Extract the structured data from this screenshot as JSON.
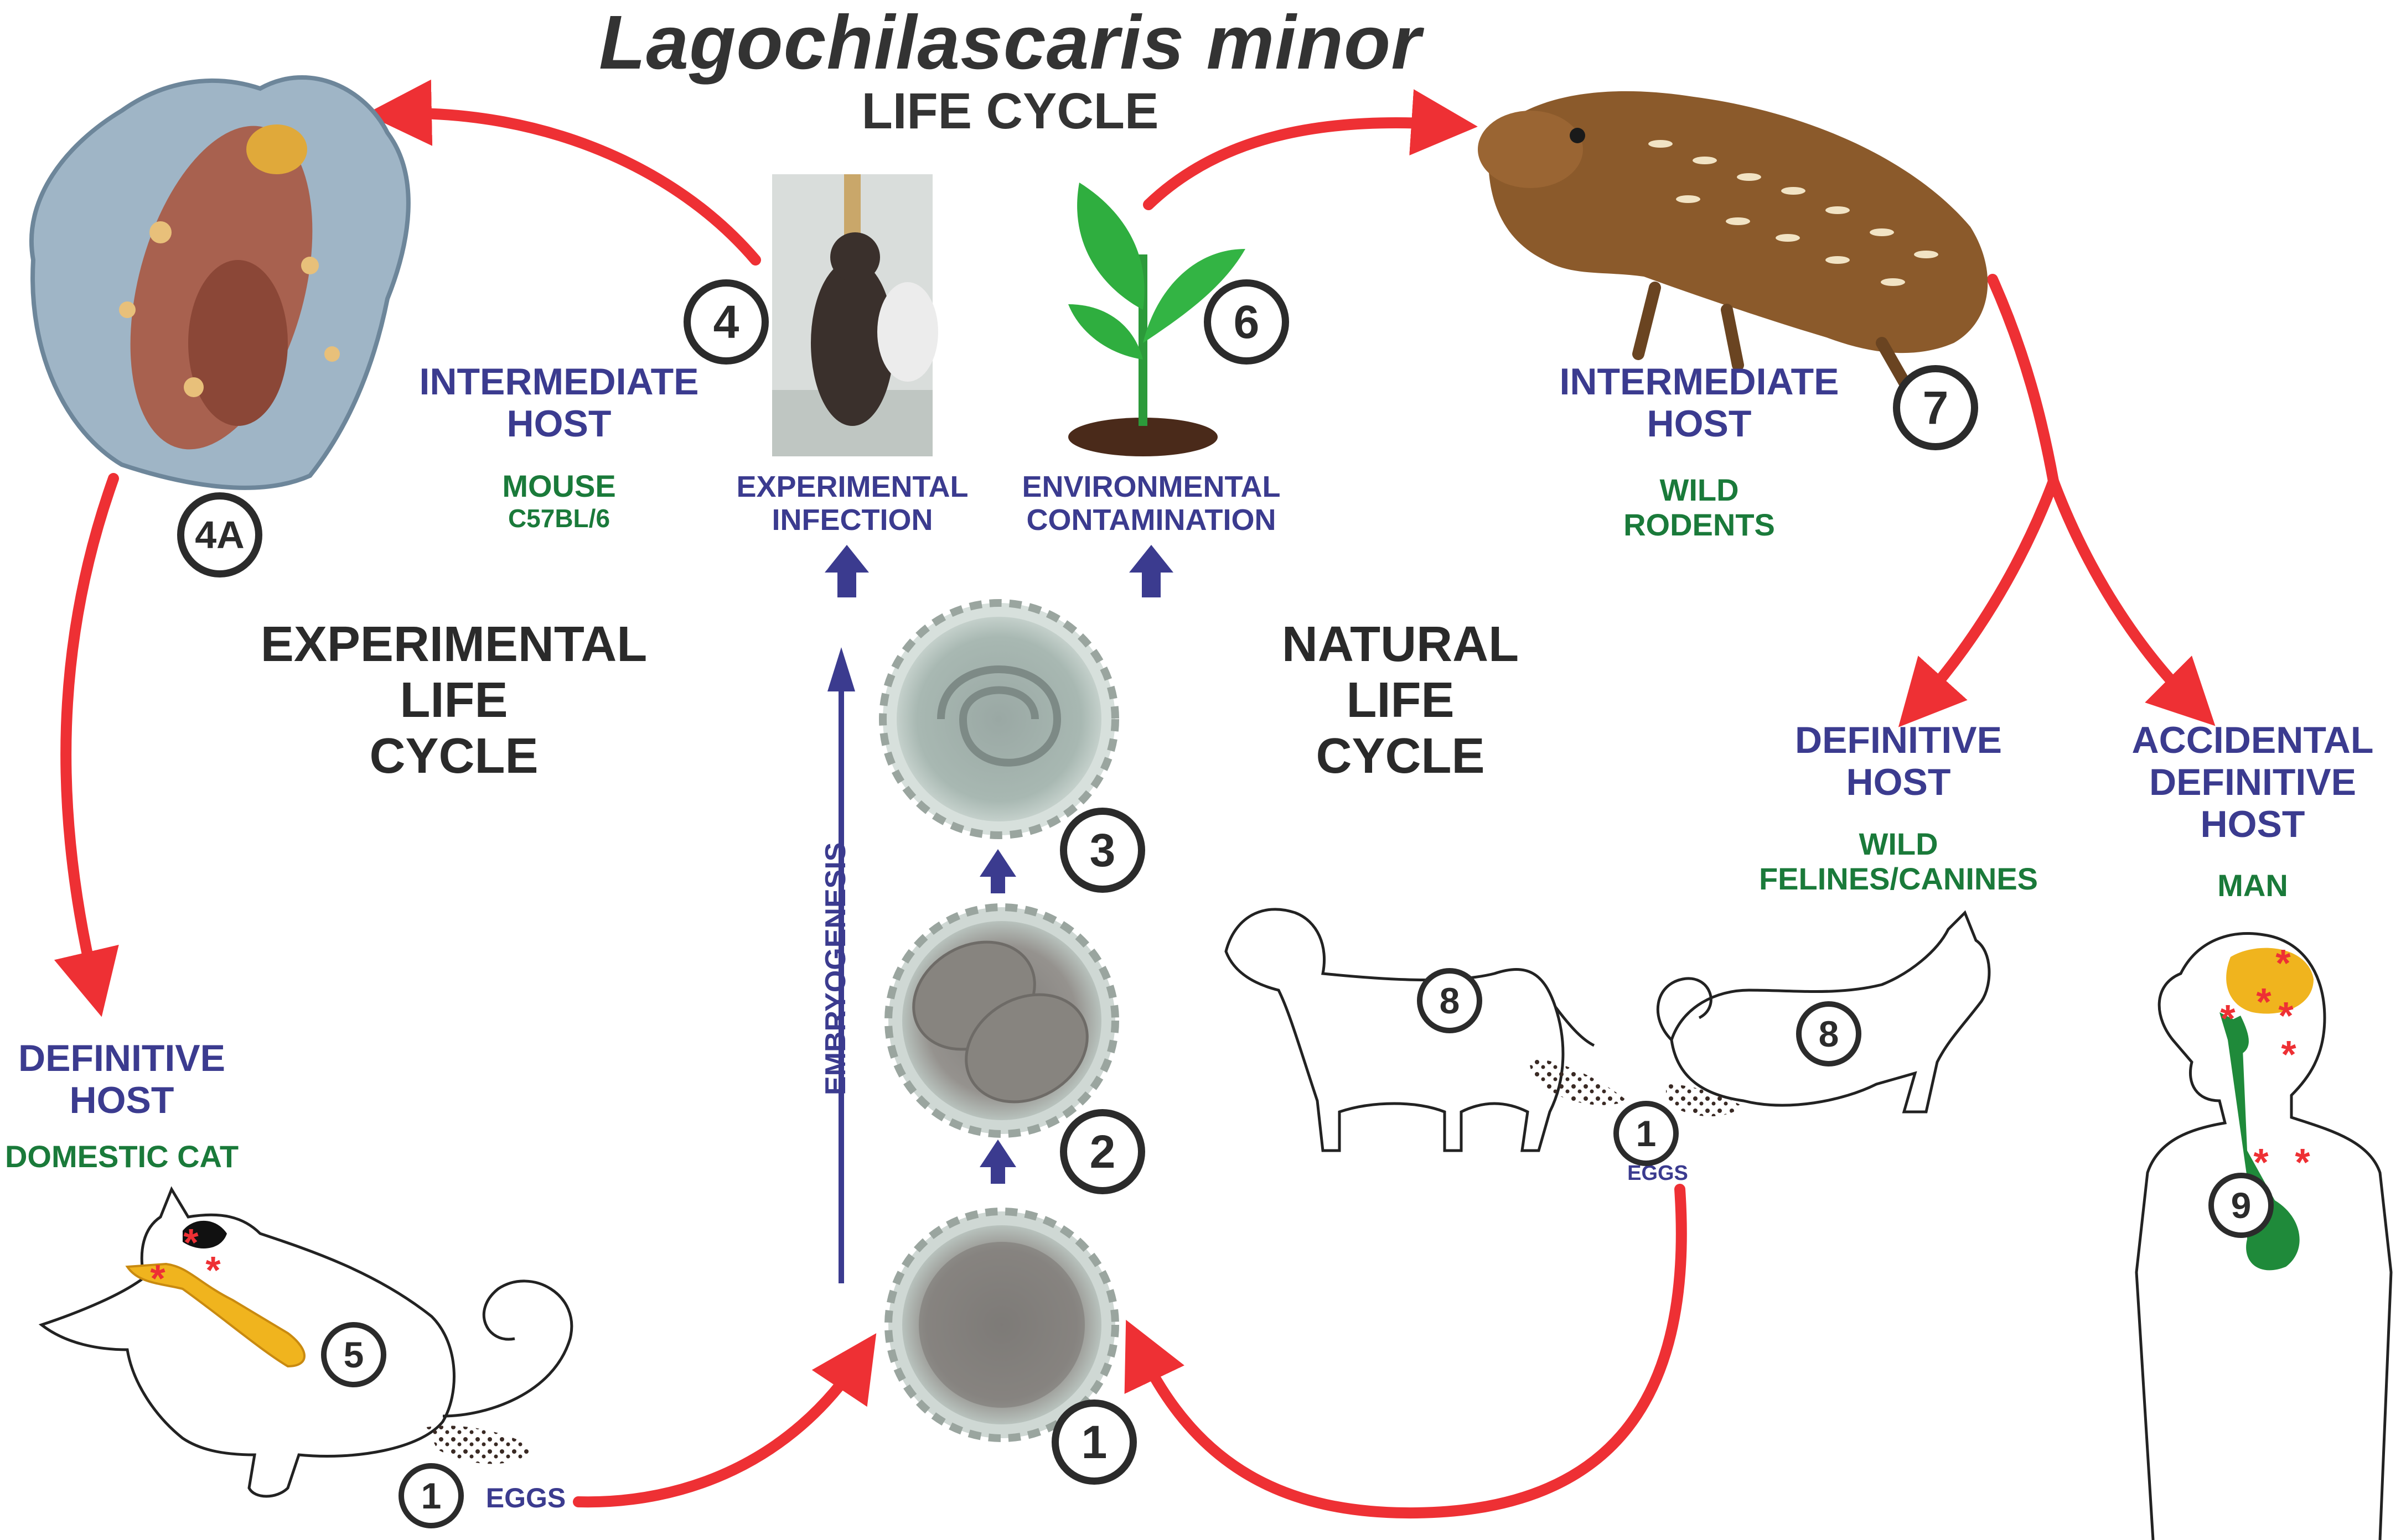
{
  "title": "Lagochilascaris minor",
  "subtitle": "LIFE CYCLE",
  "experimental_cycle_label": [
    "EXPERIMENTAL",
    "LIFE",
    "CYCLE"
  ],
  "natural_cycle_label": [
    "NATURAL",
    "LIFE",
    "CYCLE"
  ],
  "left_intermediate": {
    "role": [
      "INTERMEDIATE",
      "HOST"
    ],
    "host": "MOUSE",
    "strain": "C57BL/6"
  },
  "experimental_infection": [
    "EXPERIMENTAL",
    "INFECTION"
  ],
  "environmental_contamination": [
    "ENVIRONMENTAL",
    "CONTAMINATION"
  ],
  "right_intermediate": {
    "role": [
      "INTERMEDIATE",
      "HOST"
    ],
    "host": [
      "WILD",
      "RODENTS"
    ]
  },
  "left_definitive": {
    "role": [
      "DEFINITIVE",
      "HOST"
    ],
    "host": "DOMESTIC CAT"
  },
  "right_definitive": {
    "role": [
      "DEFINITIVE",
      "HOST"
    ],
    "host": [
      "WILD",
      "FELINES/CANINES"
    ]
  },
  "accidental_definitive": {
    "role": [
      "ACCIDENTAL",
      "DEFINITIVE",
      "HOST"
    ],
    "host": "MAN"
  },
  "embryogenesis": "EMBRYOGENESIS",
  "eggs_label": "EGGS",
  "stage_numbers": {
    "egg1": "1",
    "egg2": "2",
    "egg3": "3",
    "mouse": "4",
    "mouse_dissected": "4A",
    "cat": "5",
    "plant": "6",
    "rodent": "7",
    "dog": "8",
    "wild_cat": "8",
    "man": "9"
  },
  "colors": {
    "cycle_arrow": "#ee3034",
    "stage_arrow": "#3b3b8f",
    "role_text": "#3b3b8f",
    "host_text": "#1a7a3a",
    "organ_highlight": "#f0b41e",
    "gut_highlight": "#1f8a3a"
  }
}
